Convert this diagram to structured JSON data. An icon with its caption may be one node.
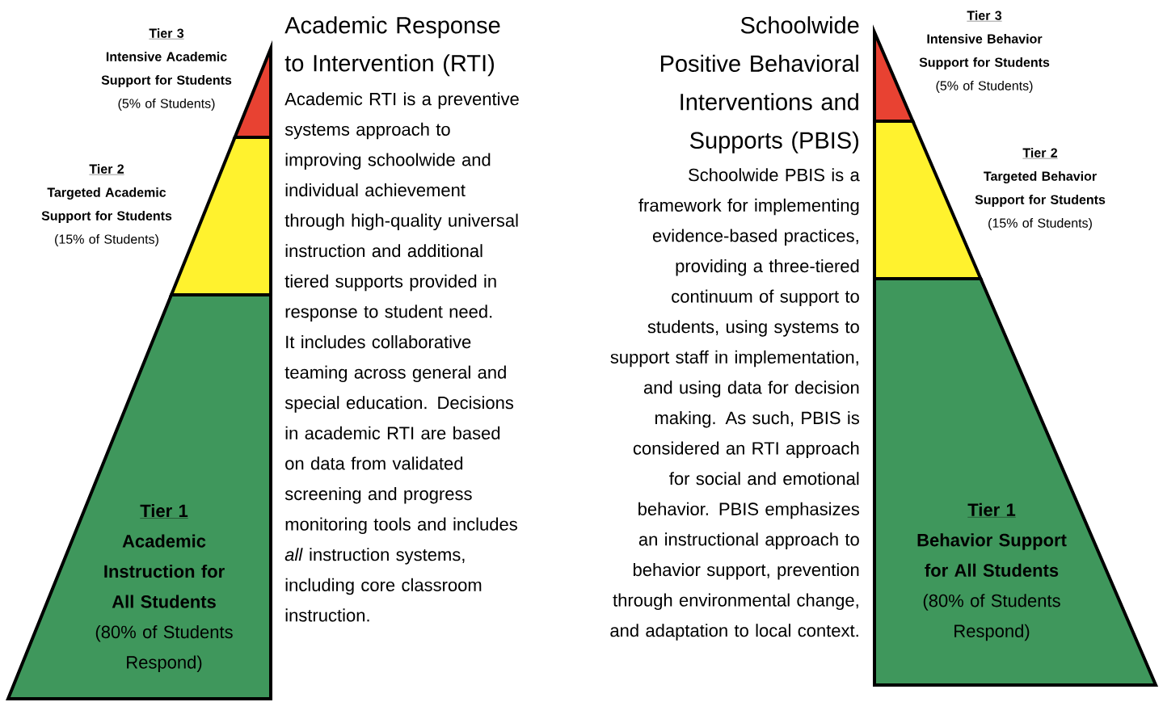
{
  "diagram": {
    "nodes": [
      {
        "text": [
          "Tier 3",
          "Intensive Academic Support for Students",
          "(5% of Students)"
        ]
      },
      {
        "text": [],
        "shape": "triangle"
      },
      {
        "text": [
          "Tier 2",
          "Targeted Academic Support for Students",
          "(15% of Students)"
        ]
      },
      {
        "text": [
          "Tier 1",
          "Academic Instruction for All Students",
          "(80% of Students Respond)"
        ]
      },
      {
        "text": [
          "Tier 3",
          "Intensive Behavior Support for Students",
          "(5% of Students)"
        ]
      },
      {
        "text": [],
        "shape": "triangle"
      },
      {
        "text": [
          "Tier 2",
          "Targeted Behavior Support for Students",
          "(15% of Students)"
        ]
      },
      {
        "text": [
          "Tier 1",
          "Behavior Support for All Students",
          "(80% of Students Respond)"
        ]
      }
    ],
    "labels": [
      "Academic Response to Intervention (RTI)",
      "Academic RTI is a preventive systems approach to improving schoolwide and individual achievement through high-quality universal instruction and additional tiered supports provided in response to student need. It includes collaborative teaming across general and special education. Decisions in academic RTI are based on data from validated screening and progress monitoring tools and includes *all* instruction systems, including core classroom instruction.",
      "Schoolwide Positive Behavioral Interventions and Supports (PBIS)",
      "Schoolwide PBIS is a framework for implementing evidence-based practices, providing a three-tiered continuum of support to students, using systems to support staff in implementation, and using data for decision making. As such, PBIS is considered an RTI approach for social and emotional behavior. PBIS emphasizes an instructional approach to behavior support, prevention through environmental change, and adaptation to local context."
    ]
  }
}
